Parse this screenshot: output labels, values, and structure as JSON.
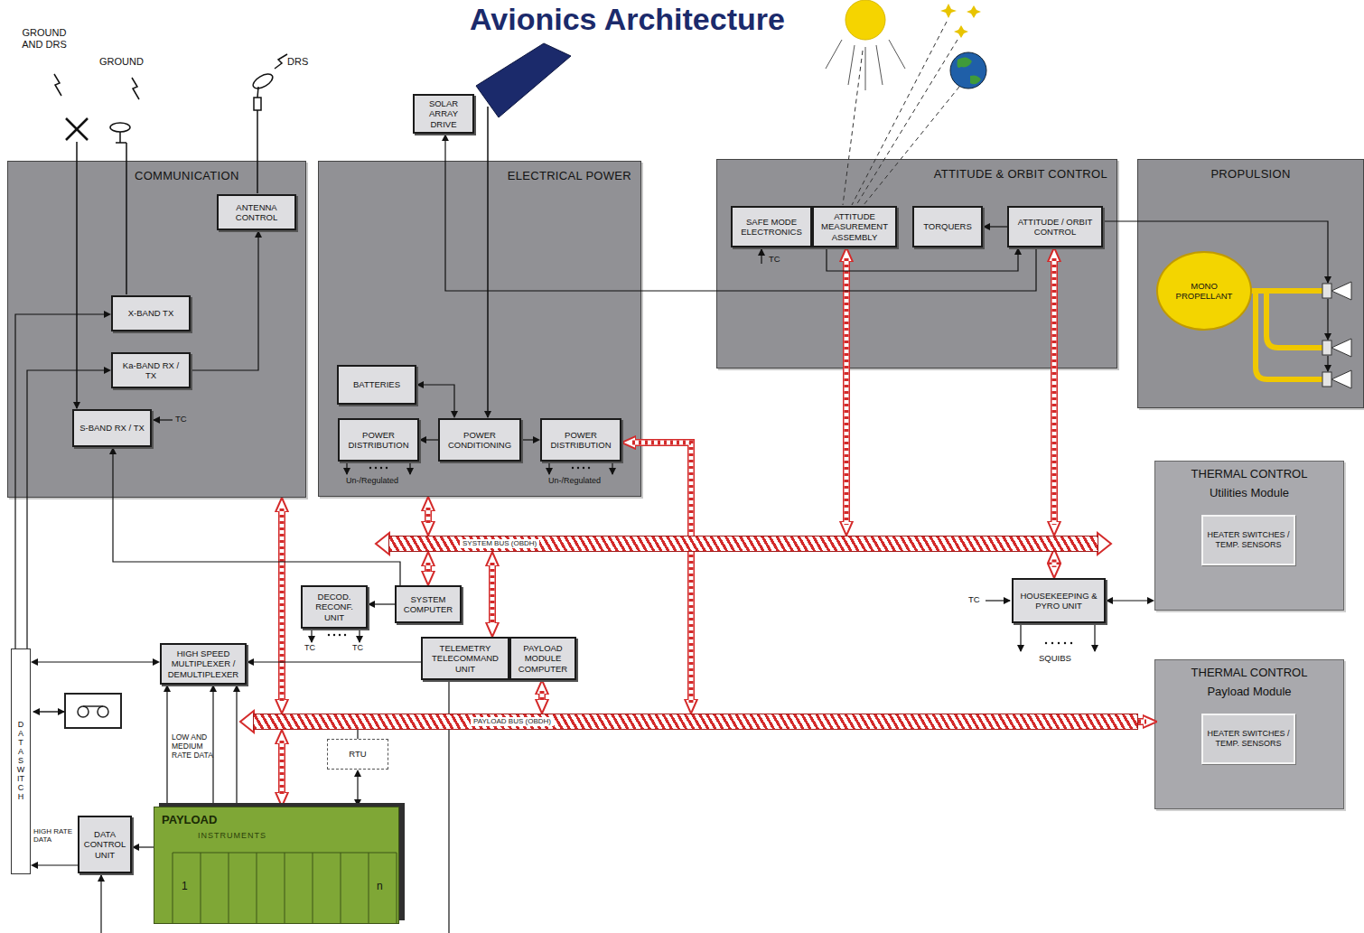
{
  "diagram": {
    "title": "Avionics Architecture",
    "nodes": [
      {
        "text": [
          "COMMUNICATION"
        ]
      },
      {
        "text": [
          "ANTENNA CONTROL"
        ],
        "in": 0
      },
      {
        "text": [
          "X-BAND TX"
        ],
        "in": 0
      },
      {
        "text": [
          "Ka-BAND RX / TX"
        ],
        "in": 0
      },
      {
        "text": [
          "S-BAND RX / TX"
        ],
        "in": 0
      },
      {
        "text": [
          "SOLAR ARRAY DRIVE"
        ]
      },
      {
        "text": [
          "ELECTRICAL POWER"
        ]
      },
      {
        "text": [
          "BATTERIES"
        ],
        "in": 6
      },
      {
        "text": [
          "POWER DISTRIBUTION"
        ],
        "in": 6
      },
      {
        "text": [
          "POWER CONDITIONING"
        ],
        "in": 6
      },
      {
        "text": [
          "POWER DISTRIBUTION"
        ],
        "in": 6
      },
      {
        "text": [
          "ATTITUDE & ORBIT CONTROL"
        ]
      },
      {
        "text": [
          "SAFE MODE ELECTRONICS"
        ],
        "in": 11
      },
      {
        "text": [
          "ATTITUDE MEASUREMENT ASSEMBLY"
        ],
        "in": 11
      },
      {
        "text": [
          "TORQUERS"
        ],
        "in": 11
      },
      {
        "text": [
          "ATTITUDE / ORBIT CONTROL"
        ],
        "in": 11
      },
      {
        "text": [
          "PROPULSION"
        ]
      },
      {
        "text": [
          "MONO PROPELLANT"
        ],
        "in": 16
      },
      {
        "text": [
          "THERMAL CONTROL",
          "Utilities Module"
        ]
      },
      {
        "text": [
          "HEATER SWITCHES / TEMP. SENSORS"
        ],
        "in": 18
      },
      {
        "text": [
          "DECOD. RECONF. UNIT"
        ]
      },
      {
        "text": [
          "SYSTEM COMPUTER"
        ]
      },
      {
        "text": [
          "TELEMETRY TELECOMMAND UNIT"
        ]
      },
      {
        "text": [
          "PAYLOAD MODULE COMPUTER"
        ]
      },
      {
        "text": [
          "HOUSEKEEPING & PYRO UNIT"
        ]
      },
      {
        "text": [
          "HIGH SPEED MULTIPLEXER / DEMULTIPLEXER"
        ]
      },
      {
        "text": [
          "DATA SWITCH"
        ]
      },
      {
        "text": [
          "THERMAL CONTROL",
          "Payload Module"
        ]
      },
      {
        "text": [
          "HEATER SWITCHES / TEMP. SENSORS"
        ],
        "in": 27
      },
      {
        "text": [
          "RTU"
        ]
      },
      {
        "text": [
          "PAYLOAD",
          "INSTRUMENTS",
          "1",
          "n"
        ]
      },
      {
        "text": [
          "DATA CONTROL UNIT"
        ]
      },
      {
        "text": [
          "SYSTEM BUS (OBDH)"
        ]
      },
      {
        "text": [
          "PAYLOAD BUS (OBDH)"
        ]
      }
    ],
    "edges": [
      {
        "from": 3,
        "to": 1,
        "arrow": "to"
      },
      {
        "from": 0,
        "to": 33,
        "arrow": "both"
      },
      {
        "from": 33,
        "to": 30,
        "arrow": "both"
      },
      {
        "from": 6,
        "to": 32,
        "arrow": "both"
      },
      {
        "from": 32,
        "to": 21,
        "arrow": "both"
      },
      {
        "from": 10,
        "to": 33,
        "arrow": "both"
      },
      {
        "from": 13,
        "to": 32,
        "arrow": "both"
      },
      {
        "from": 15,
        "to": 32,
        "arrow": "both"
      },
      {
        "from": 32,
        "to": 24,
        "arrow": "both"
      },
      {
        "from": 32,
        "to": 22,
        "arrow": "both"
      },
      {
        "from": 23,
        "to": 33,
        "arrow": "both"
      },
      {
        "from": 33,
        "to": 29,
        "arrow": "none"
      },
      {
        "from": 29,
        "to": 30,
        "arrow": "both"
      },
      {
        "from": 33,
        "to": 27,
        "arrow": "to"
      },
      {
        "from": 24,
        "to": 18,
        "arrow": "both"
      },
      {
        "from": 21,
        "to": 4,
        "arrow": "to"
      },
      {
        "from": 21,
        "to": 20,
        "arrow": "to"
      },
      {
        "from": 22,
        "to": 25,
        "arrow": "to"
      },
      {
        "from": 25,
        "to": 26,
        "arrow": "both"
      },
      {
        "from": 30,
        "to": 25,
        "arrow": "to",
        "label": "LOW AND MEDIUM RATE DATA"
      },
      {
        "from": 30,
        "to": 31,
        "arrow": "to"
      },
      {
        "from": 31,
        "to": 26,
        "arrow": "to",
        "label": "HIGH RATE DATA"
      },
      {
        "from": 26,
        "to": 3,
        "arrow": "to"
      },
      {
        "from": 26,
        "to": 2,
        "arrow": "to"
      },
      {
        "from": 15,
        "to": 14,
        "arrow": "to"
      },
      {
        "from": 13,
        "to": 15,
        "arrow": "to"
      },
      {
        "from": 15,
        "to": 5,
        "arrow": "to"
      },
      {
        "from": 7,
        "to": 9,
        "arrow": "both"
      },
      {
        "from": 9,
        "to": 8,
        "arrow": "to"
      },
      {
        "from": 9,
        "to": 10,
        "arrow": "to"
      }
    ],
    "labels": [
      "GROUND AND DRS",
      "GROUND",
      "DRS",
      "TC",
      "TC",
      "Un-/Regulated",
      "Un-/Regulated",
      "TC",
      "TC",
      "TC",
      "SQUIBS"
    ]
  }
}
